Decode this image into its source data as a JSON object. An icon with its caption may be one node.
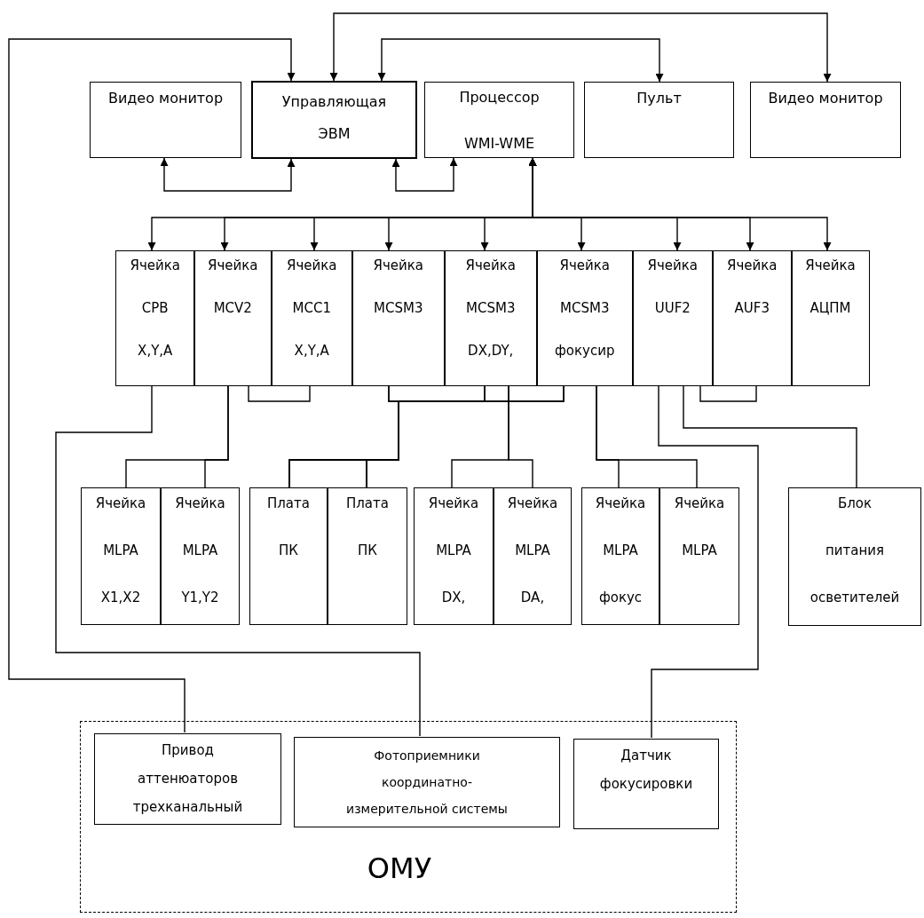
{
  "diagram": {
    "nodes": [
      {
        "text": [
          "Видео монитор"
        ]
      },
      {
        "text": [
          "Управляющая ЭВМ"
        ]
      },
      {
        "text": [
          "Процессор WMI-WME"
        ]
      },
      {
        "text": [
          "Пульт"
        ]
      },
      {
        "text": [
          "Видео монитор"
        ]
      },
      {
        "text": [
          "Ячейка CPB X,Y,A"
        ]
      },
      {
        "text": [
          "Ячейка MCV2"
        ]
      },
      {
        "text": [
          "Ячейка MCC1 X,Y,A"
        ]
      },
      {
        "text": [
          "Ячейка MCSM3"
        ]
      },
      {
        "text": [
          "Ячейка MCSM3 DX,DY,"
        ]
      },
      {
        "text": [
          "Ячейка MCSM3 фокусир"
        ]
      },
      {
        "text": [
          "Ячейка UUF2"
        ]
      },
      {
        "text": [
          "Ячейка AUF3"
        ]
      },
      {
        "text": [
          "Ячейка АЦПМ"
        ]
      },
      {
        "text": [
          "Ячейка MLPA X1,X2"
        ]
      },
      {
        "text": [
          "Ячейка MLPA Y1,Y2"
        ]
      },
      {
        "text": [
          "Плата ПК"
        ]
      },
      {
        "text": [
          "Плата ПК"
        ]
      },
      {
        "text": [
          "Ячейка MLPA DX,"
        ]
      },
      {
        "text": [
          "Ячейка MLPA DA,"
        ]
      },
      {
        "text": [
          "Ячейка MLPA фокус"
        ]
      },
      {
        "text": [
          "Ячейка MLPA"
        ]
      },
      {
        "text": [
          "Блок питания осветителей"
        ]
      },
      {
        "text": [
          "ОМУ"
        ]
      },
      {
        "text": [
          "Привод аттенюаторов трехканальный"
        ],
        "in": 23
      },
      {
        "text": [
          "Фотоприемники координатно-измерительной системы"
        ],
        "in": 23
      },
      {
        "text": [
          "Датчик фокусировки"
        ],
        "in": 23
      }
    ],
    "edges": [
      {
        "from": 24,
        "to": 1,
        "arrow": "to"
      },
      {
        "from": 1,
        "to": 4,
        "arrow": "both"
      },
      {
        "from": 1,
        "to": 3,
        "arrow": "both"
      },
      {
        "from": 0,
        "to": 1,
        "arrow": "both"
      },
      {
        "from": 1,
        "to": 2,
        "arrow": "both"
      },
      {
        "from": 2,
        "to": 5,
        "arrow": "both"
      },
      {
        "from": 2,
        "to": 6,
        "arrow": "both"
      },
      {
        "from": 2,
        "to": 7,
        "arrow": "both"
      },
      {
        "from": 2,
        "to": 8,
        "arrow": "both"
      },
      {
        "from": 2,
        "to": 9,
        "arrow": "both"
      },
      {
        "from": 2,
        "to": 10,
        "arrow": "both"
      },
      {
        "from": 2,
        "to": 11,
        "arrow": "both"
      },
      {
        "from": 2,
        "to": 12,
        "arrow": "both"
      },
      {
        "from": 2,
        "to": 13,
        "arrow": "both"
      },
      {
        "from": 5,
        "to": 25,
        "arrow": "none"
      },
      {
        "from": 6,
        "to": 14,
        "arrow": "none"
      },
      {
        "from": 6,
        "to": 15,
        "arrow": "none"
      },
      {
        "from": 6,
        "to": 7,
        "arrow": "none"
      },
      {
        "from": 8,
        "to": 16,
        "arrow": "none"
      },
      {
        "from": 8,
        "to": 17,
        "arrow": "none"
      },
      {
        "from": 9,
        "to": 16,
        "arrow": "none"
      },
      {
        "from": 9,
        "to": 17,
        "arrow": "none"
      },
      {
        "from": 10,
        "to": 16,
        "arrow": "none"
      },
      {
        "from": 10,
        "to": 17,
        "arrow": "none"
      },
      {
        "from": 9,
        "to": 18,
        "arrow": "none"
      },
      {
        "from": 9,
        "to": 19,
        "arrow": "none"
      },
      {
        "from": 10,
        "to": 20,
        "arrow": "none"
      },
      {
        "from": 10,
        "to": 21,
        "arrow": "none"
      },
      {
        "from": 11,
        "to": 26,
        "arrow": "none"
      },
      {
        "from": 11,
        "to": 22,
        "arrow": "none"
      },
      {
        "from": 11,
        "to": 12,
        "arrow": "none"
      }
    ]
  }
}
